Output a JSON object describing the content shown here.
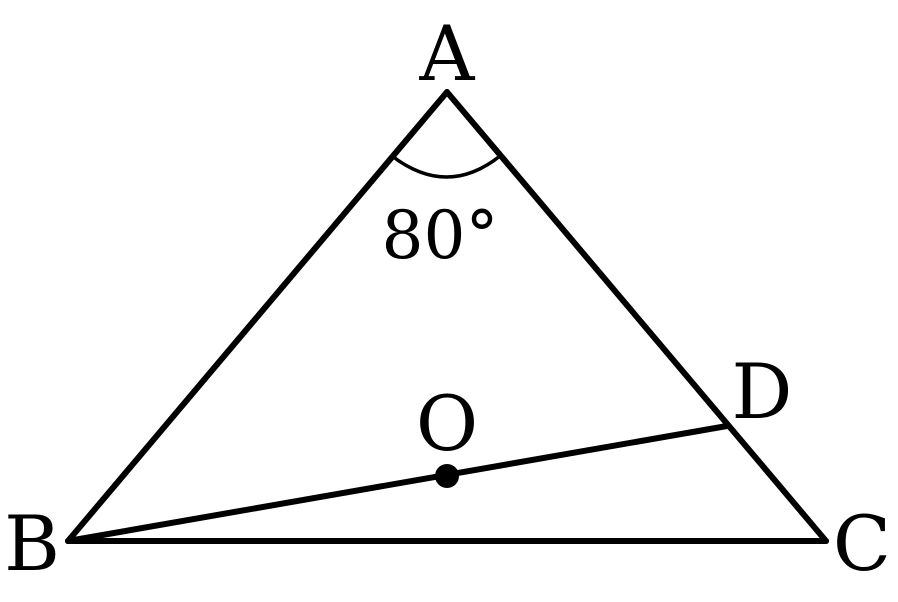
{
  "diagram": {
    "points": {
      "A": "A",
      "B": "B",
      "C": "C",
      "D": "D",
      "O": "O"
    },
    "angle_A": "80°",
    "colors": {
      "stroke": "#000000",
      "background": "#ffffff"
    }
  }
}
